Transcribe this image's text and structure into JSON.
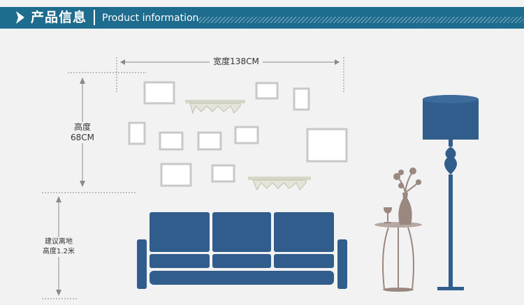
{
  "header": {
    "title_cn": "产品信息",
    "title_en": "Product information",
    "arrow_icon": "play-arrow-icon"
  },
  "dimensions": {
    "width": "宽度138CM",
    "height_line1": "高度",
    "height_line2": "68CM",
    "floor_line1": "建议离地",
    "floor_line2": "高度1.2米"
  },
  "colors": {
    "header_bg": "#1e6c8e",
    "sofa": "#315d8c",
    "lamp": "#315d8c",
    "frame": "#c8c8c8",
    "shelf": "#d4d4c4",
    "vase": "#9a8780",
    "background": "#f2f2f2"
  }
}
